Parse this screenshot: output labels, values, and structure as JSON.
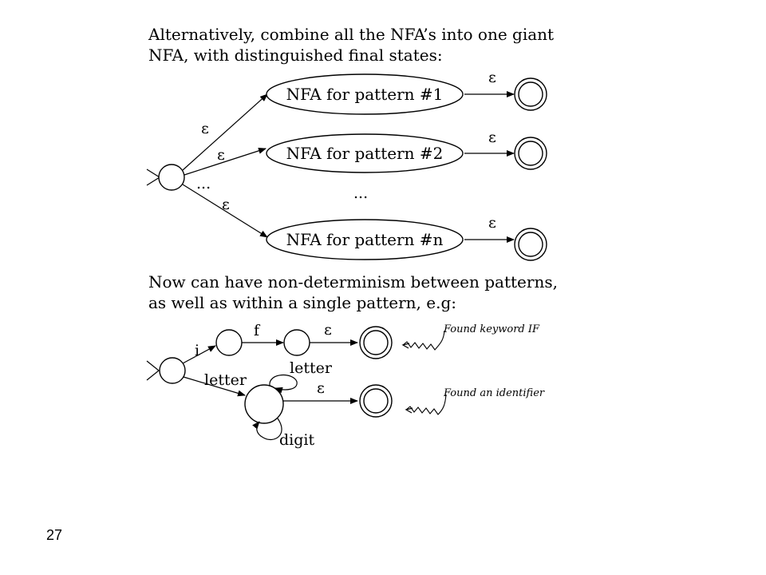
{
  "intro_text": {
    "line1": "Alternatively, combine all the NFA’s into one giant",
    "line2": "NFA, with distinguished final states:"
  },
  "combined_nfa": {
    "pattern_boxes": [
      "NFA for pattern #1",
      "NFA for pattern #2",
      "NFA for pattern #n"
    ],
    "epsilon": "ε",
    "ellipsis": "..."
  },
  "second_text": {
    "line1": "Now can have non-determinism between patterns,",
    "line2": "as well as within a single pattern, e.g:"
  },
  "example_nfa": {
    "labels": {
      "i": "i",
      "f": "f",
      "epsilon": "ε",
      "letter_edge": "letter",
      "letter_loop": "letter",
      "digit_loop": "digit"
    },
    "notes": {
      "keyword": "Found keyword IF",
      "identifier": "Found an identifier"
    }
  },
  "page_number": "27"
}
